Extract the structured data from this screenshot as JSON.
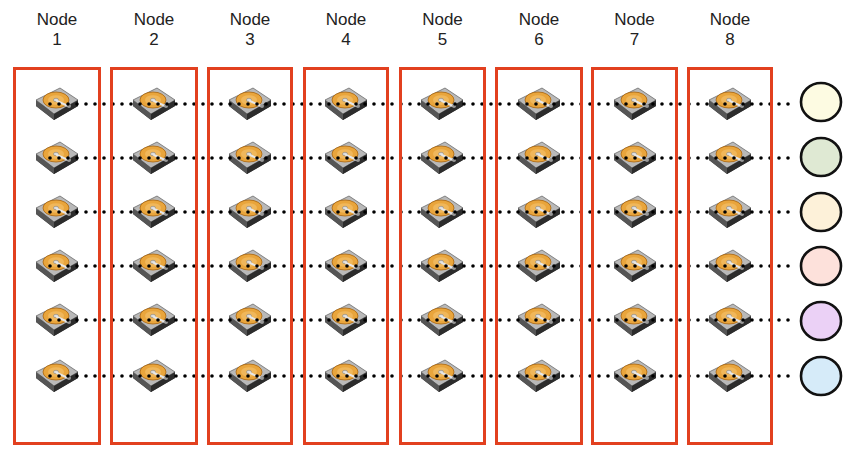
{
  "diagram": {
    "nodes": [
      {
        "text": [
          "Node 1"
        ]
      },
      {
        "text": [
          "Node 2"
        ]
      },
      {
        "text": [
          "Node 3"
        ]
      },
      {
        "text": [
          "Node 4"
        ]
      },
      {
        "text": [
          "Node 5"
        ]
      },
      {
        "text": [
          "Node 6"
        ]
      },
      {
        "text": [
          "Node 7"
        ]
      },
      {
        "text": [
          "Node 8"
        ]
      }
    ]
  }
}
